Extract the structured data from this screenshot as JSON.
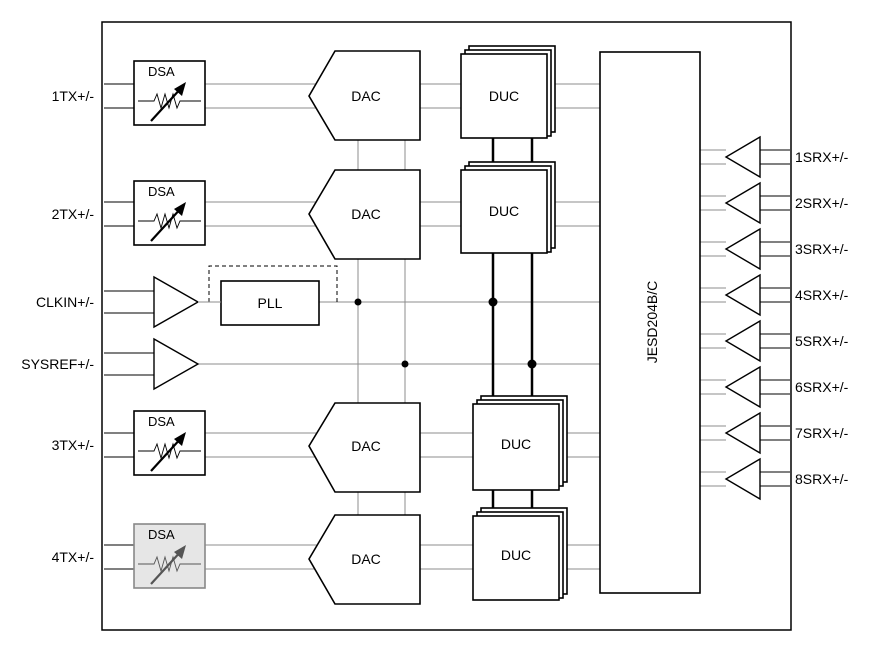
{
  "pins_left": {
    "tx1": "1TX+/-",
    "tx2": "2TX+/-",
    "clkin": "CLKIN+/-",
    "sysref": "SYSREF+/-",
    "tx3": "3TX+/-",
    "tx4": "4TX+/-"
  },
  "pins_right": [
    "1SRX+/-",
    "2SRX+/-",
    "3SRX+/-",
    "4SRX+/-",
    "5SRX+/-",
    "6SRX+/-",
    "7SRX+/-",
    "8SRX+/-"
  ],
  "blocks": {
    "dsa": "DSA",
    "dac": "DAC",
    "duc": "DUC",
    "pll": "PLL",
    "jesd": "JESD204B/C"
  },
  "colors": {
    "line": "#000000",
    "internal_line": "#8c8c8c",
    "disabled_fill": "#e6e6e6"
  }
}
